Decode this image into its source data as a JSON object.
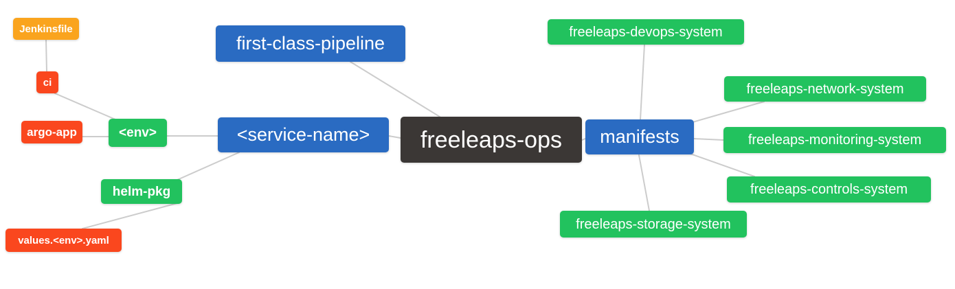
{
  "diagram": {
    "type": "mindmap",
    "root_label": "freeleaps-ops",
    "nodes": {
      "jenkinsfile": {
        "label": "Jenkinsfile",
        "color": "#FAA41E"
      },
      "ci": {
        "label": "ci",
        "color": "#FA471E"
      },
      "argo_app": {
        "label": "argo-app",
        "color": "#FA471E"
      },
      "env": {
        "label": "<env>",
        "color": "#22C25E"
      },
      "helm_pkg": {
        "label": "helm-pkg",
        "color": "#22C25E"
      },
      "values_env_yaml": {
        "label": "values.<env>.yaml",
        "color": "#FA471E"
      },
      "first_class_pipeline": {
        "label": "first-class-pipeline",
        "color": "#2A6BC2"
      },
      "service_name": {
        "label": "<service-name>",
        "color": "#2A6BC2"
      },
      "freeleaps_ops": {
        "label": "freeleaps-ops",
        "color": "#3B3735"
      },
      "manifests": {
        "label": "manifests",
        "color": "#2A6BC2"
      },
      "devops_system": {
        "label": "freeleaps-devops-system",
        "color": "#22C25E"
      },
      "network_system": {
        "label": "freeleaps-network-system",
        "color": "#22C25E"
      },
      "monitoring_system": {
        "label": "freeleaps-monitoring-system",
        "color": "#22C25E"
      },
      "controls_system": {
        "label": "freeleaps-controls-system",
        "color": "#22C25E"
      },
      "storage_system": {
        "label": "freeleaps-storage-system",
        "color": "#22C25E"
      }
    },
    "edges": [
      {
        "from": "Jenkinsfile",
        "to": "ci"
      },
      {
        "from": "ci",
        "to": "<env>"
      },
      {
        "from": "argo-app",
        "to": "<env>"
      },
      {
        "from": "<env>",
        "to": "<service-name>"
      },
      {
        "from": "helm-pkg",
        "to": "<service-name>"
      },
      {
        "from": "values.<env>.yaml",
        "to": "helm-pkg"
      },
      {
        "from": "first-class-pipeline",
        "to": "freeleaps-ops"
      },
      {
        "from": "<service-name>",
        "to": "freeleaps-ops"
      },
      {
        "from": "freeleaps-ops",
        "to": "manifests"
      },
      {
        "from": "manifests",
        "to": "freeleaps-devops-system"
      },
      {
        "from": "manifests",
        "to": "freeleaps-network-system"
      },
      {
        "from": "manifests",
        "to": "freeleaps-monitoring-system"
      },
      {
        "from": "manifests",
        "to": "freeleaps-controls-system"
      },
      {
        "from": "manifests",
        "to": "freeleaps-storage-system"
      }
    ],
    "colors": {
      "blue": "#2A6BC2",
      "green": "#22C25E",
      "red": "#FA471E",
      "orange": "#FAA41E",
      "dark": "#3B3735",
      "connector": "#CCCCCC",
      "background": "#FFFFFF",
      "text": "#FFFFFF"
    }
  }
}
